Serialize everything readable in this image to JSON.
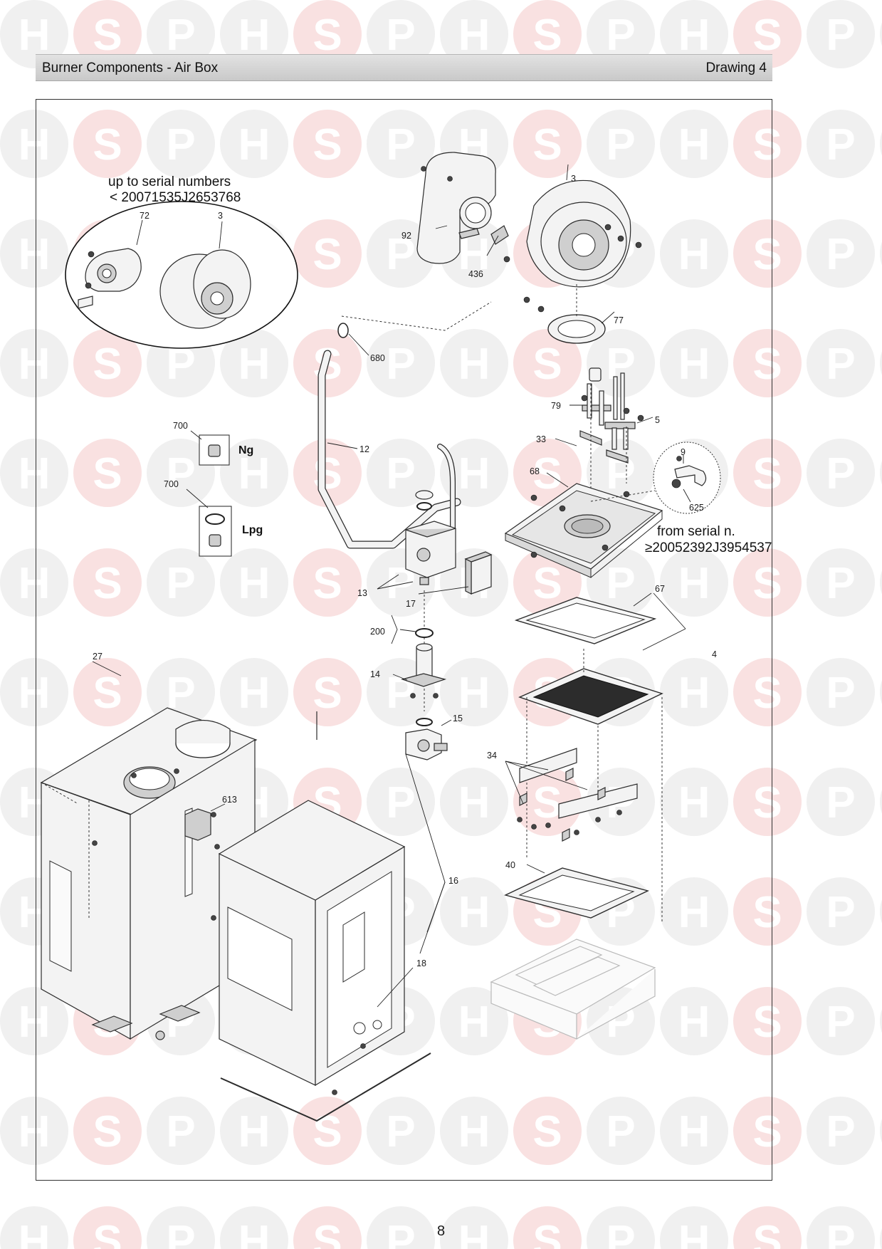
{
  "header": {
    "title": "Burner Components - Air Box",
    "drawing": "Drawing 4"
  },
  "notes": {
    "old_serial_line1": "up to serial numbers",
    "old_serial_line2": "< 20071535J2653768",
    "new_serial_line1": "from serial n.",
    "new_serial_line2": "≥20052392J3954537"
  },
  "gas_types": {
    "natural": "Ng",
    "lpg": "Lpg"
  },
  "parts": {
    "p3a": "3",
    "p72": "72",
    "p3b": "3",
    "p92": "92",
    "p436": "436",
    "p77": "77",
    "p680": "680",
    "p79": "79",
    "p5": "5",
    "p33": "33",
    "p68": "68",
    "p9": "9",
    "p625": "625",
    "p700a": "700",
    "p700b": "700",
    "p12": "12",
    "p13": "13",
    "p17": "17",
    "p200": "200",
    "p14": "14",
    "p15": "15",
    "p67": "67",
    "p4": "4",
    "p27": "27",
    "p613": "613",
    "p34": "34",
    "p40": "40",
    "p16": "16",
    "p18": "18"
  },
  "watermark": {
    "letters": [
      "H",
      "S",
      "P"
    ],
    "colors": {
      "h": "#f0f0f0",
      "s": "#f9e1e1",
      "p": "#f0f0f0"
    }
  },
  "page_number": "8"
}
